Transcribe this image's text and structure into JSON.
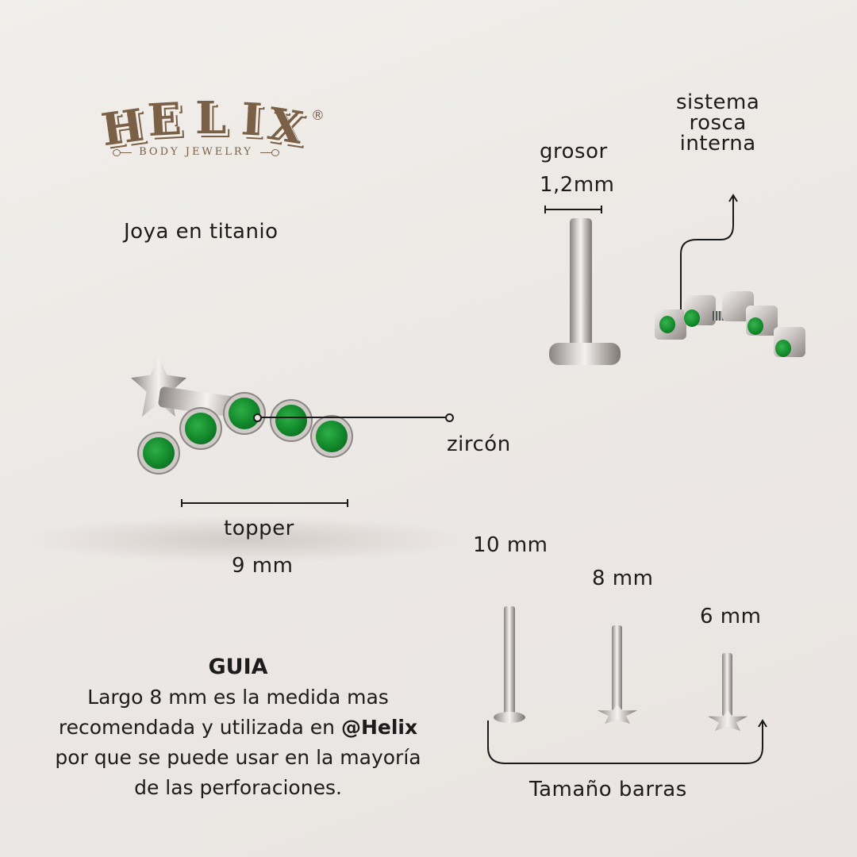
{
  "brand": {
    "logo_letters": [
      "H",
      "E",
      "L",
      "I",
      "X"
    ],
    "registered_mark": "®",
    "tagline": "BODY JEWELRY",
    "color": "#7a6046"
  },
  "product": {
    "material_label": "Joya en titanio",
    "stone_label": "zircón",
    "stone_color": "#138a2c",
    "topper_label": "topper",
    "topper_size": "9 mm"
  },
  "specs": {
    "thickness_label": "grosor",
    "thickness_value": "1,2mm",
    "thread_label_lines": [
      "sistema",
      "rosca",
      "interna"
    ]
  },
  "bars": {
    "sizes": [
      "10 mm",
      "8 mm",
      "6 mm"
    ],
    "caption": "Tamaño barras"
  },
  "guide": {
    "title": "GUIA",
    "line1": "Largo 8 mm es la medida mas",
    "line2_prefix": "recomendada y utilizada en ",
    "line2_handle": "@Helix",
    "line3": "por que se puede usar en la mayoría",
    "line4": "de las perforaciones."
  }
}
